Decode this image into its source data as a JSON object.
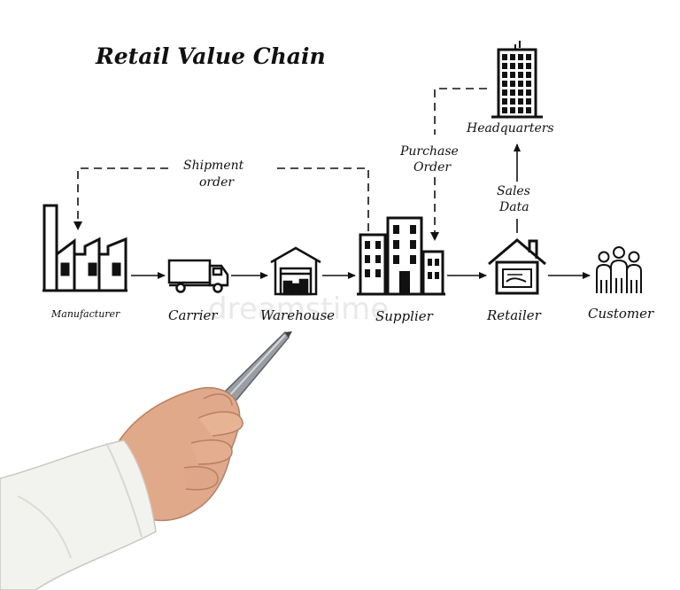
{
  "title": "Retail Value Chain",
  "watermark": "dreamstime",
  "nodes": [
    {
      "id": "manufacturer",
      "label": "Manufacturer",
      "icon": "factory-icon"
    },
    {
      "id": "carrier",
      "label": "Carrier",
      "icon": "truck-icon"
    },
    {
      "id": "warehouse",
      "label": "Warehouse",
      "icon": "warehouse-icon"
    },
    {
      "id": "supplier",
      "label": "Supplier",
      "icon": "buildings-icon"
    },
    {
      "id": "retailer",
      "label": "Retailer",
      "icon": "store-icon"
    },
    {
      "id": "customer",
      "label": "Customer",
      "icon": "people-icon"
    },
    {
      "id": "headquarters",
      "label": "Headquarters",
      "icon": "skyscraper-icon"
    }
  ],
  "flow_labels": {
    "shipment_line1": "Shipment",
    "shipment_line2": "order",
    "purchase_line1": "Purchase",
    "purchase_line2": "Order",
    "sales_line1": "Sales",
    "sales_line2": "Data"
  },
  "colors": {
    "ink": "#111111",
    "background": "#ffffff",
    "skin": "#e0a98a",
    "sleeve": "#f2f2ef",
    "pen": "#9a9ea4"
  }
}
